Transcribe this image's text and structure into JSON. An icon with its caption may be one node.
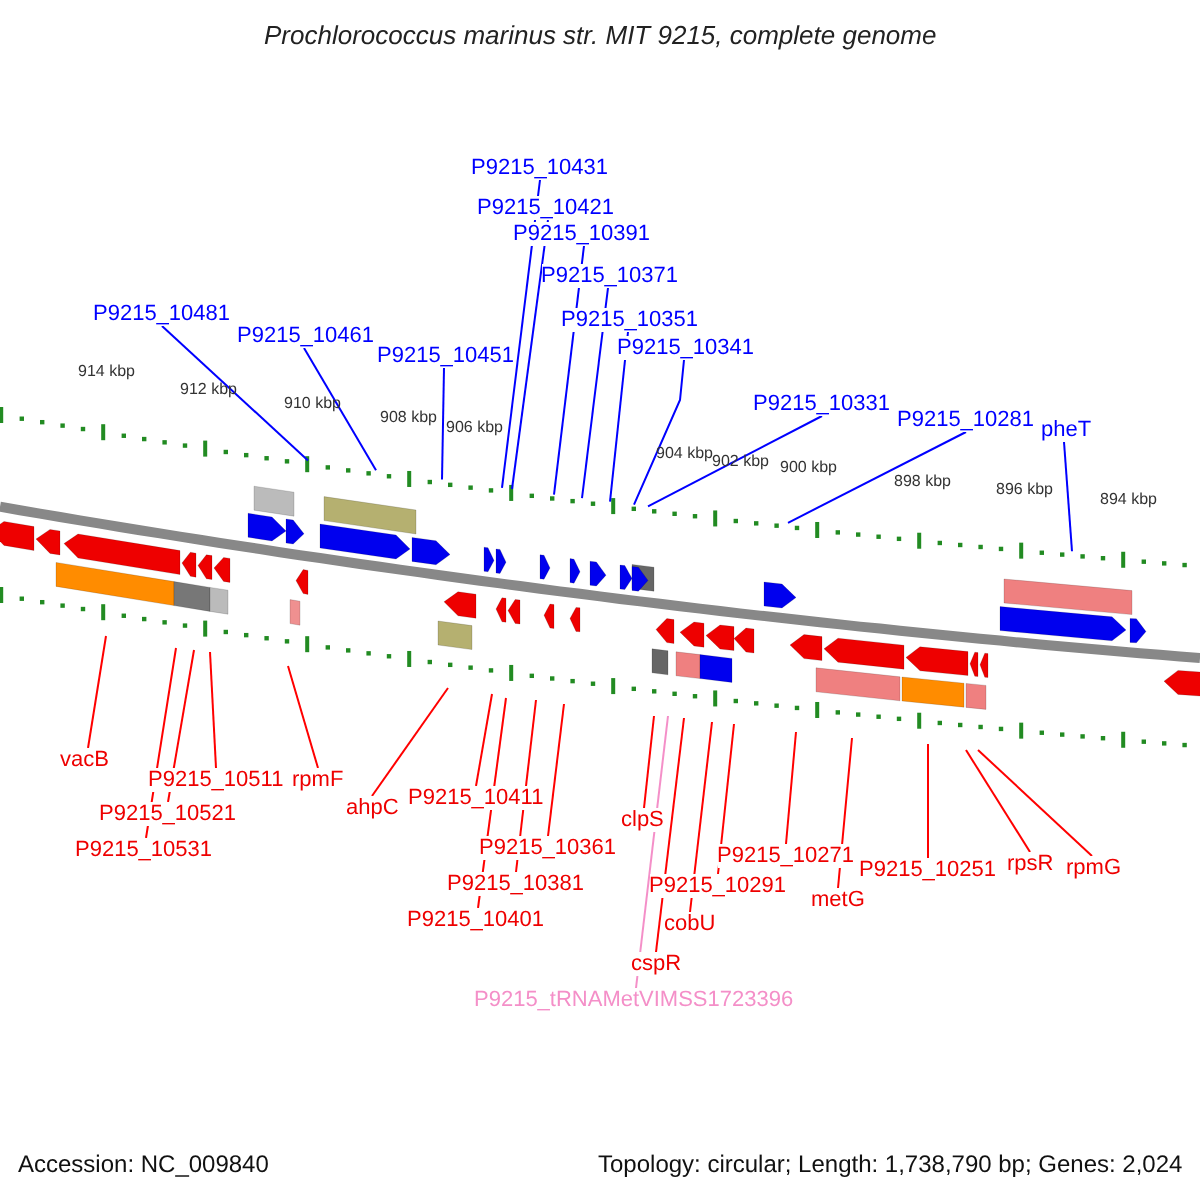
{
  "diagram": {
    "title": "Prochlorococcus marinus str. MIT 9215, complete genome",
    "nodes": [
      {
        "text": [
          "P9215_10431"
        ]
      },
      {
        "text": [
          "P9215_10421"
        ]
      },
      {
        "text": [
          "P9215_10391"
        ]
      },
      {
        "text": [
          "P9215_10371"
        ]
      },
      {
        "text": [
          "P9215_10351"
        ]
      },
      {
        "text": [
          "P9215_10341"
        ]
      },
      {
        "text": [
          "P9215_10481"
        ]
      },
      {
        "text": [
          "P9215_10461"
        ]
      },
      {
        "text": [
          "P9215_10451"
        ]
      },
      {
        "text": [
          "P9215_10331"
        ]
      },
      {
        "text": [
          "P9215_10281"
        ]
      },
      {
        "text": [
          "pheT"
        ]
      },
      {
        "text": [
          "vacB"
        ]
      },
      {
        "text": [
          "P9215_10511"
        ]
      },
      {
        "text": [
          "P9215_10521"
        ]
      },
      {
        "text": [
          "P9215_10531"
        ]
      },
      {
        "text": [
          "rpmF"
        ]
      },
      {
        "text": [
          "ahpC"
        ]
      },
      {
        "text": [
          "P9215_10411"
        ]
      },
      {
        "text": [
          "P9215_10361"
        ]
      },
      {
        "text": [
          "P9215_10381"
        ]
      },
      {
        "text": [
          "P9215_10401"
        ]
      },
      {
        "text": [
          "clpS"
        ]
      },
      {
        "text": [
          "P9215_10271"
        ]
      },
      {
        "text": [
          "P9215_10291"
        ]
      },
      {
        "text": [
          "cobU"
        ]
      },
      {
        "text": [
          "cspR"
        ]
      },
      {
        "text": [
          "P9215_tRNAMetVIMSS1723396"
        ]
      },
      {
        "text": [
          "metG"
        ]
      },
      {
        "text": [
          "P9215_10251"
        ]
      },
      {
        "text": [
          "rpsR"
        ]
      },
      {
        "text": [
          "rpmG"
        ]
      }
    ],
    "edges": [
      {
        "from": 0,
        "to": null,
        "arrow": "none",
        "color": "#0000ff"
      },
      {
        "from": 1,
        "to": null,
        "arrow": "none",
        "color": "#0000ff"
      },
      {
        "from": 2,
        "to": null,
        "arrow": "none",
        "color": "#0000ff"
      },
      {
        "from": 3,
        "to": null,
        "arrow": "none",
        "color": "#0000ff"
      },
      {
        "from": 4,
        "to": null,
        "arrow": "none",
        "color": "#0000ff"
      },
      {
        "from": 5,
        "to": null,
        "arrow": "none",
        "color": "#0000ff"
      },
      {
        "from": 6,
        "to": null,
        "arrow": "none",
        "color": "#0000ff"
      },
      {
        "from": 7,
        "to": null,
        "arrow": "none",
        "color": "#0000ff"
      },
      {
        "from": 8,
        "to": null,
        "arrow": "none",
        "color": "#0000ff"
      },
      {
        "from": 9,
        "to": null,
        "arrow": "none",
        "color": "#0000ff"
      },
      {
        "from": 10,
        "to": null,
        "arrow": "none",
        "color": "#0000ff"
      },
      {
        "from": 11,
        "to": null,
        "arrow": "none",
        "color": "#0000ff"
      },
      {
        "from": 12,
        "to": null,
        "arrow": "none"
      },
      {
        "from": 13,
        "to": null,
        "arrow": "none"
      },
      {
        "from": 14,
        "to": null,
        "arrow": "none"
      },
      {
        "from": 15,
        "to": null,
        "arrow": "none"
      },
      {
        "from": 16,
        "to": null,
        "arrow": "none"
      },
      {
        "from": 17,
        "to": null,
        "arrow": "none"
      },
      {
        "from": 18,
        "to": null,
        "arrow": "none"
      },
      {
        "from": 19,
        "to": null,
        "arrow": "none"
      },
      {
        "from": 20,
        "to": null,
        "arrow": "none"
      },
      {
        "from": 21,
        "to": null,
        "arrow": "none"
      },
      {
        "from": 22,
        "to": null,
        "arrow": "none"
      },
      {
        "from": 23,
        "to": null,
        "arrow": "none"
      },
      {
        "from": 24,
        "to": null,
        "arrow": "none"
      },
      {
        "from": 25,
        "to": null,
        "arrow": "none"
      },
      {
        "from": 26,
        "to": null,
        "arrow": "none"
      },
      {
        "from": 27,
        "to": null,
        "arrow": "none",
        "color": "#f48fc8"
      },
      {
        "from": 28,
        "to": null,
        "arrow": "none"
      },
      {
        "from": 29,
        "to": null,
        "arrow": "none"
      },
      {
        "from": 30,
        "to": null,
        "arrow": "none"
      },
      {
        "from": 31,
        "to": null,
        "arrow": "none"
      }
    ],
    "labels": [
      "914 kbp",
      "912 kbp",
      "910 kbp",
      "908 kbp",
      "906 kbp",
      "904 kbp",
      "902 kbp",
      "900 kbp",
      "898 kbp",
      "896 kbp",
      "894 kbp",
      "Accession: NC_009840",
      "Topology: circular; Length: 1,738,790 bp; Genes: 2,024"
    ]
  }
}
